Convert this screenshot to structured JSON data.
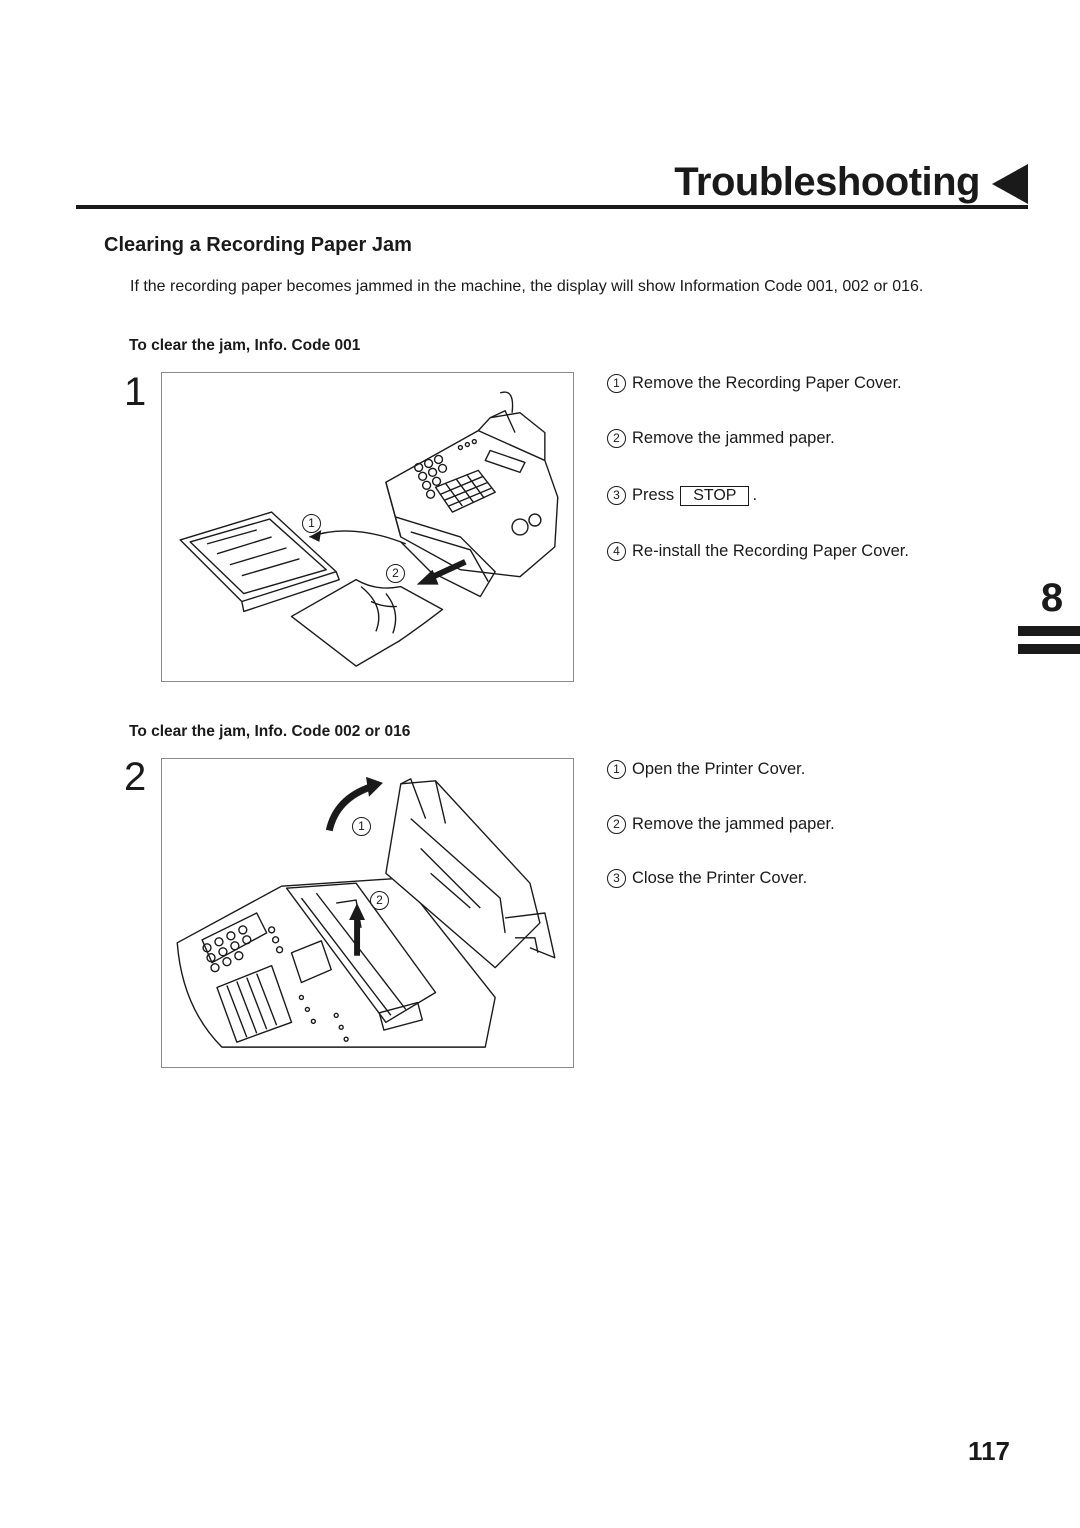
{
  "header": {
    "chapter_title": "Troubleshooting"
  },
  "section": {
    "heading": "Clearing a Recording Paper Jam",
    "intro": "If the recording paper becomes jammed in the machine, the display will show Information Code 001, 002 or 016."
  },
  "step1": {
    "subheading": "To clear the jam, Info. Code 001",
    "number": "1",
    "callouts": [
      "1",
      "2"
    ],
    "instructions": [
      {
        "marker": "1",
        "text": "Remove the Recording Paper Cover."
      },
      {
        "marker": "2",
        "text": "Remove the jammed paper."
      },
      {
        "marker": "3",
        "text": "Press",
        "key": "STOP",
        "after": "."
      },
      {
        "marker": "4",
        "text": "Re-install the Recording Paper Cover."
      }
    ]
  },
  "step2": {
    "subheading": "To clear the jam, Info. Code 002 or 016",
    "number": "2",
    "callouts": [
      "1",
      "2"
    ],
    "instructions": [
      {
        "marker": "1",
        "text": "Open the Printer Cover."
      },
      {
        "marker": "2",
        "text": "Remove the jammed paper."
      },
      {
        "marker": "3",
        "text": "Close the Printer Cover."
      }
    ]
  },
  "side_tab": {
    "chapter_number": "8"
  },
  "footer": {
    "page_number": "117"
  },
  "colors": {
    "ink": "#1a1a1a",
    "figure_border": "#8a8a8a"
  },
  "icons": {
    "title_marker": "left-triangle-icon"
  }
}
